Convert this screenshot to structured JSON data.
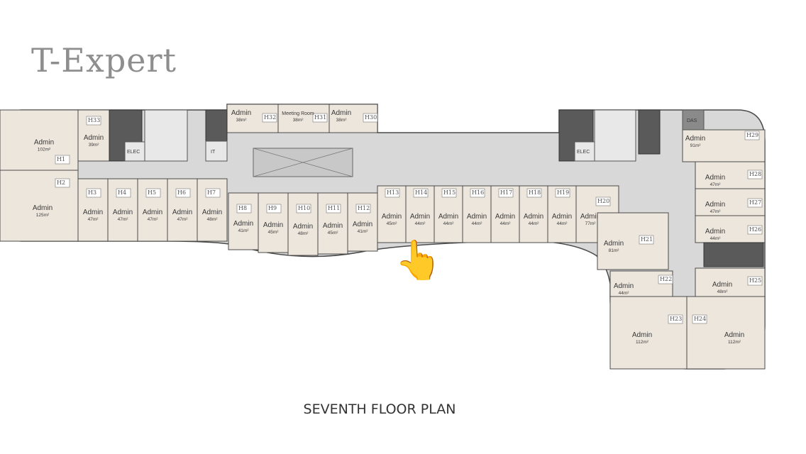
{
  "brand": "T-Expert",
  "caption": "SEVENTH FLOOR PLAN",
  "colors": {
    "room_fill": "#ede6dc",
    "corridor": "#d8d8d8",
    "stroke": "#4a4a4a",
    "core_fill": "#555555"
  },
  "icons": [
    "pointing-hand-icon"
  ],
  "labels": {
    "admin": "Admin",
    "meeting_room": "Meeting Room",
    "elec": "ELEC",
    "it": "IT",
    "das": "DAS"
  },
  "units": [
    {
      "code": "H33",
      "area": "39m²"
    },
    {
      "code": "H1",
      "area": "102m²"
    },
    {
      "code": "H2",
      "area": "125m²"
    },
    {
      "code": "H3",
      "area": "47m²"
    },
    {
      "code": "H4",
      "area": "47m²"
    },
    {
      "code": "H5",
      "area": "47m²"
    },
    {
      "code": "H6",
      "area": "47m²"
    },
    {
      "code": "H7",
      "area": "48m²"
    },
    {
      "code": "H8",
      "area": "41m²"
    },
    {
      "code": "H9",
      "area": "45m²"
    },
    {
      "code": "H10",
      "area": "48m²"
    },
    {
      "code": "H11",
      "area": "45m²"
    },
    {
      "code": "H12",
      "area": "41m²"
    },
    {
      "code": "H13",
      "area": "45m²"
    },
    {
      "code": "H14",
      "area": "44m²"
    },
    {
      "code": "H15",
      "area": "44m²"
    },
    {
      "code": "H16",
      "area": "44m²"
    },
    {
      "code": "H17",
      "area": "44m²"
    },
    {
      "code": "H18",
      "area": "44m²"
    },
    {
      "code": "H19",
      "area": "44m²"
    },
    {
      "code": "H20",
      "area": "77m²"
    },
    {
      "code": "H21",
      "area": "81m²"
    },
    {
      "code": "H22",
      "area": "44m²"
    },
    {
      "code": "H23",
      "area": "112m²"
    },
    {
      "code": "H24",
      "area": "112m²"
    },
    {
      "code": "H25",
      "area": "48m²"
    },
    {
      "code": "H26",
      "area": "44m²"
    },
    {
      "code": "H27",
      "area": "47m²"
    },
    {
      "code": "H28",
      "area": "47m²"
    },
    {
      "code": "H29",
      "area": "91m²"
    },
    {
      "code": "H30",
      "area": "38m²"
    },
    {
      "code": "H31",
      "area": "38m²"
    },
    {
      "code": "H32",
      "area": "38m²"
    }
  ]
}
